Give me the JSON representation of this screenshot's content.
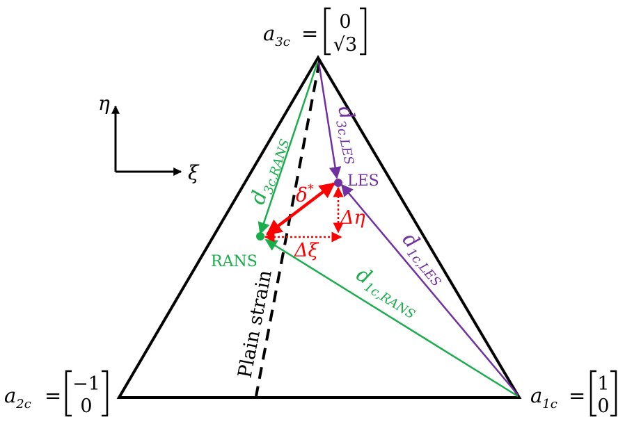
{
  "colors": {
    "triangle": "#000000",
    "rans": "#1aad4b",
    "les": "#7030a0",
    "delta": "#ff0000",
    "background": "#ffffff"
  },
  "vertices": {
    "a3c": {
      "symbol": "a",
      "sub": "3c",
      "eq": "=",
      "top": "0",
      "bottom": "√3"
    },
    "a2c": {
      "symbol": "a",
      "sub": "2c",
      "eq": "=",
      "top": "−1",
      "bottom": "0"
    },
    "a1c": {
      "symbol": "a",
      "sub": "1c",
      "eq": "=",
      "top": "1",
      "bottom": "0"
    }
  },
  "axes": {
    "eta": "η",
    "xi": "ξ"
  },
  "points": {
    "rans": "RANS",
    "les": "LES"
  },
  "distances": {
    "d3c_rans": {
      "main": "d",
      "sub": "3c,RANS"
    },
    "d3c_les": {
      "main": "d",
      "sub": "3c,LES"
    },
    "d1c_les": {
      "main": "d",
      "sub": "1c,LES"
    },
    "d1c_rans": {
      "main": "d",
      "sub": "1c,RANS"
    }
  },
  "deltas": {
    "delta_star": {
      "main": "δ",
      "sup": "*"
    },
    "delta_eta": "Δη",
    "delta_xi": "Δξ"
  },
  "plain_strain": "Plain strain"
}
